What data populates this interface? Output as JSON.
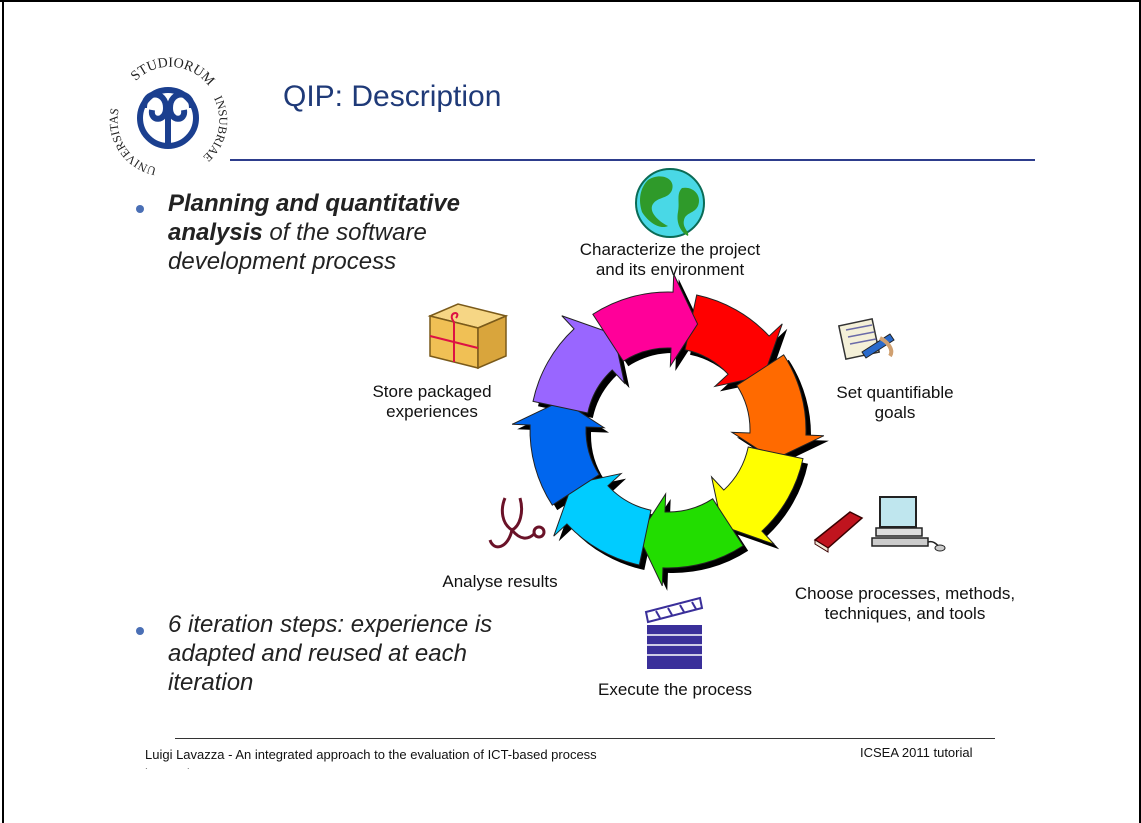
{
  "logo": {
    "top_text": "STUDIORUM",
    "left_text": "UNIVERSITAS",
    "right_text": "INSUBRIAE"
  },
  "title": "QIP: Description",
  "bullets": [
    {
      "bold": "Planning and quantitative analysis",
      "rest": " of the software development process"
    },
    {
      "text": "6 iteration steps: experience is adapted and reused at each iteration"
    }
  ],
  "cycle_steps": [
    {
      "label_lines": [
        "Characterize the project",
        "and its environment"
      ],
      "icon": "globe-icon"
    },
    {
      "label_lines": [
        "Set quantifiable",
        "goals"
      ],
      "icon": "notepad-pencil-icon"
    },
    {
      "label_lines": [
        "Choose processes, methods,",
        "techniques, and tools"
      ],
      "icon": "book-computer-icon"
    },
    {
      "label_lines": [
        "Execute the process"
      ],
      "icon": "clapperboard-icon"
    },
    {
      "label_lines": [
        "Analyse results"
      ],
      "icon": "stethoscope-icon"
    },
    {
      "label_lines": [
        "Store packaged",
        "experiences"
      ],
      "icon": "package-icon"
    }
  ],
  "arrow_colors": [
    "#ff0000",
    "#ff6a00",
    "#ffff00",
    "#22dd00",
    "#00ccff",
    "#0066ee",
    "#9966ff",
    "#ff0099"
  ],
  "footer": {
    "left": "Luigi Lavazza - An integrated approach to the evaluation of ICT-based process innovation",
    "right": "ICSEA 2011 tutorial"
  }
}
